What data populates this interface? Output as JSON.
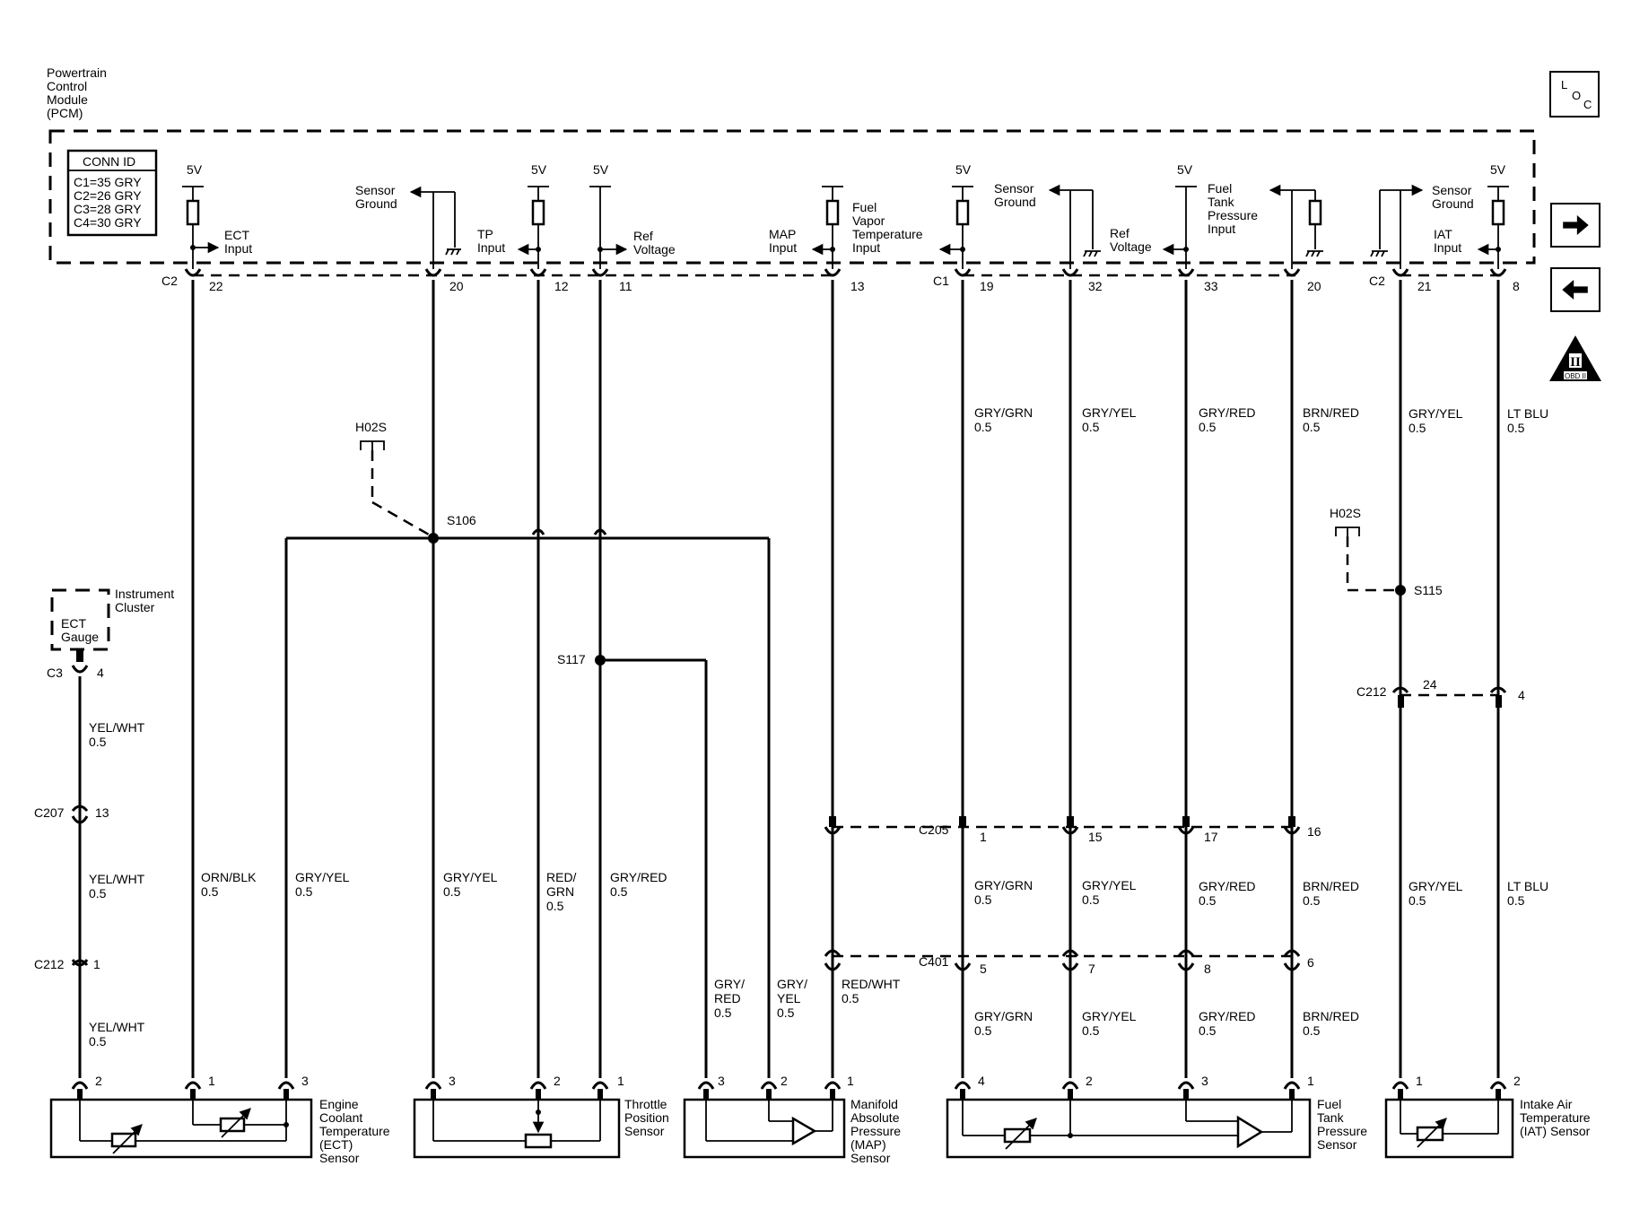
{
  "module": {
    "title_lines": [
      "Powertrain",
      "Control",
      "Module",
      "(PCM)"
    ]
  },
  "conn_id": {
    "header": "CONN ID",
    "rows": [
      "C1=35 GRY",
      "C2=26 GRY",
      "C3=28 GRY",
      "C4=30 GRY"
    ]
  },
  "side_nav": {
    "loc": {
      "l": "L",
      "o": "O",
      "c": "C"
    },
    "next_icon": "arrow-right-icon",
    "prev_icon": "arrow-left-icon",
    "obd_badge": {
      "numeral": "II",
      "text": "OBD II"
    }
  },
  "pcm_labels": {
    "v5": "5V",
    "ect_input": [
      "ECT",
      "Input"
    ],
    "sensor_ground": [
      "Sensor",
      "Ground"
    ],
    "tp_input": [
      "TP",
      "Input"
    ],
    "ref_voltage": [
      "Ref",
      "Voltage"
    ],
    "map_input": [
      "MAP",
      "Input"
    ],
    "fuel_vapor": [
      "Fuel",
      "Vapor",
      "Temperature",
      "Input"
    ],
    "fuel_tank_pressure": [
      "Fuel",
      "Tank",
      "Pressure",
      "Input"
    ],
    "iat_input": [
      "IAT",
      "Input"
    ]
  },
  "connectors": {
    "c2": "C2",
    "c1": "C1",
    "c3": "C3",
    "c207": "C207",
    "c212": "C212",
    "c205": "C205",
    "c401": "C401"
  },
  "pins": {
    "p22": "22",
    "p20": "20",
    "p12": "12",
    "p11": "11",
    "p13": "13",
    "p19": "19",
    "p32": "32",
    "p33": "33",
    "p20b": "20",
    "p21": "21",
    "p8": "8",
    "c3_4": "4",
    "c207_13": "13",
    "c212_1": "1",
    "c212_24": "24",
    "c212_4": "4",
    "c205": [
      "1",
      "15",
      "17",
      "16"
    ],
    "c401": [
      "5",
      "7",
      "8",
      "6"
    ],
    "ect_sensor": [
      "2",
      "1",
      "3"
    ],
    "tp_sensor": [
      "3",
      "2",
      "1"
    ],
    "map_sensor": [
      "3",
      "2",
      "1"
    ],
    "ftp_sensor": [
      "4",
      "2",
      "3",
      "1"
    ],
    "iat_sensor": [
      "1",
      "2"
    ]
  },
  "wires": {
    "gry_grn": "GRY/GRN",
    "gry_yel": "GRY/YEL",
    "gry_red": "GRY/RED",
    "brn_red": "BRN/RED",
    "lt_blu": "LT BLU",
    "yel_wht": "YEL/WHT",
    "orn_blk": "ORN/BLK",
    "red_grn": [
      "RED/",
      "GRN"
    ],
    "gry_red_split": [
      "GRY/",
      "RED"
    ],
    "gry_yel_split": [
      "GRY/",
      "YEL"
    ],
    "red_wht": "RED/WHT",
    "gauge": "0.5"
  },
  "splices": {
    "s106": "S106",
    "s117": "S117",
    "s115": "S115",
    "h02s": "H02S"
  },
  "instrument_cluster": {
    "label": [
      "Instrument",
      "Cluster"
    ],
    "gauge": [
      "ECT",
      "Gauge"
    ]
  },
  "components": {
    "ect": [
      "Engine",
      "Coolant",
      "Temperature",
      "(ECT)",
      "Sensor"
    ],
    "tp": [
      "Throttle",
      "Position",
      "Sensor"
    ],
    "map": [
      "Manifold",
      "Absolute",
      "Pressure",
      "(MAP)",
      "Sensor"
    ],
    "ftp": [
      "Fuel",
      "Tank",
      "Pressure",
      "Sensor"
    ],
    "iat": [
      "Intake Air",
      "Temperature",
      "(IAT) Sensor"
    ]
  }
}
